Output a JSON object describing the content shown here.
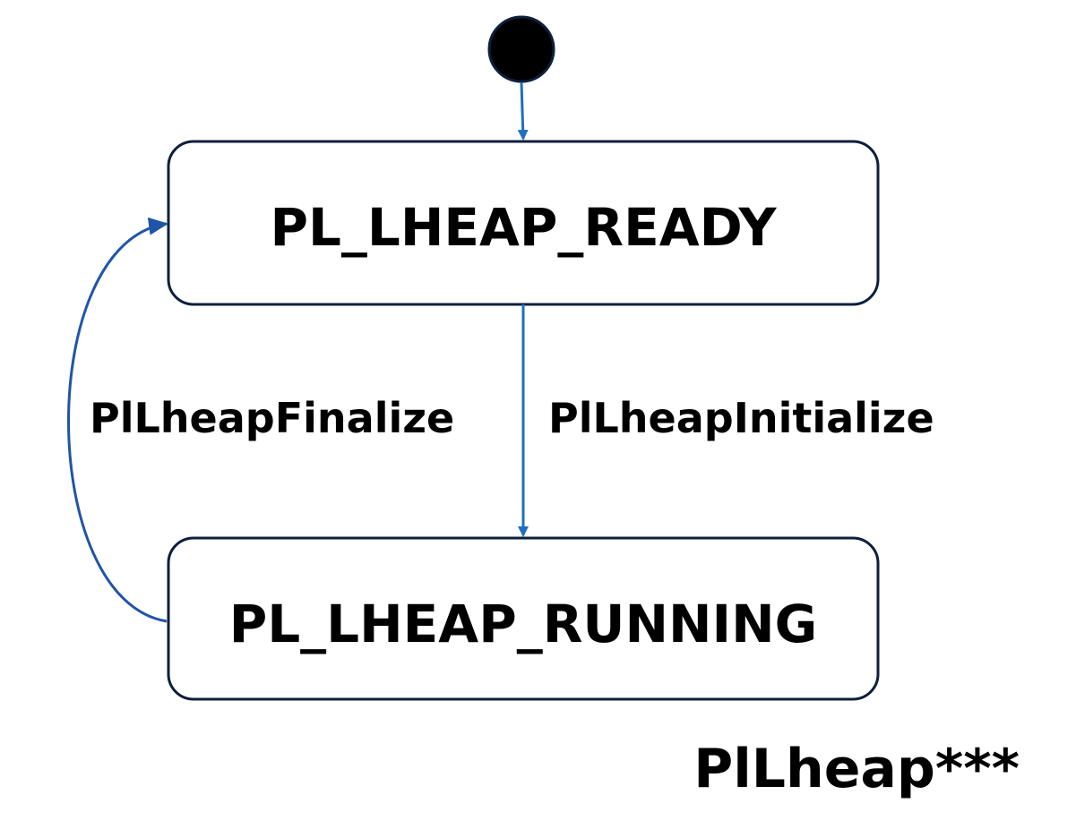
{
  "states": {
    "ready": {
      "label": "PL_LHEAP_READY"
    },
    "running": {
      "label": "PL_LHEAP_RUNNING"
    }
  },
  "transitions": {
    "initialize": {
      "label": "PlLheapInitialize"
    },
    "finalize": {
      "label": "PlLheapFinalize"
    }
  },
  "caption": {
    "text": "PlLheap***"
  },
  "colors": {
    "initial_node_fill": "#000000",
    "initial_node_stroke": "#0e1f3d",
    "arrow": "#1f6fbf",
    "return_arrow": "#1f55a8",
    "state_border": "#0e1f3d"
  }
}
